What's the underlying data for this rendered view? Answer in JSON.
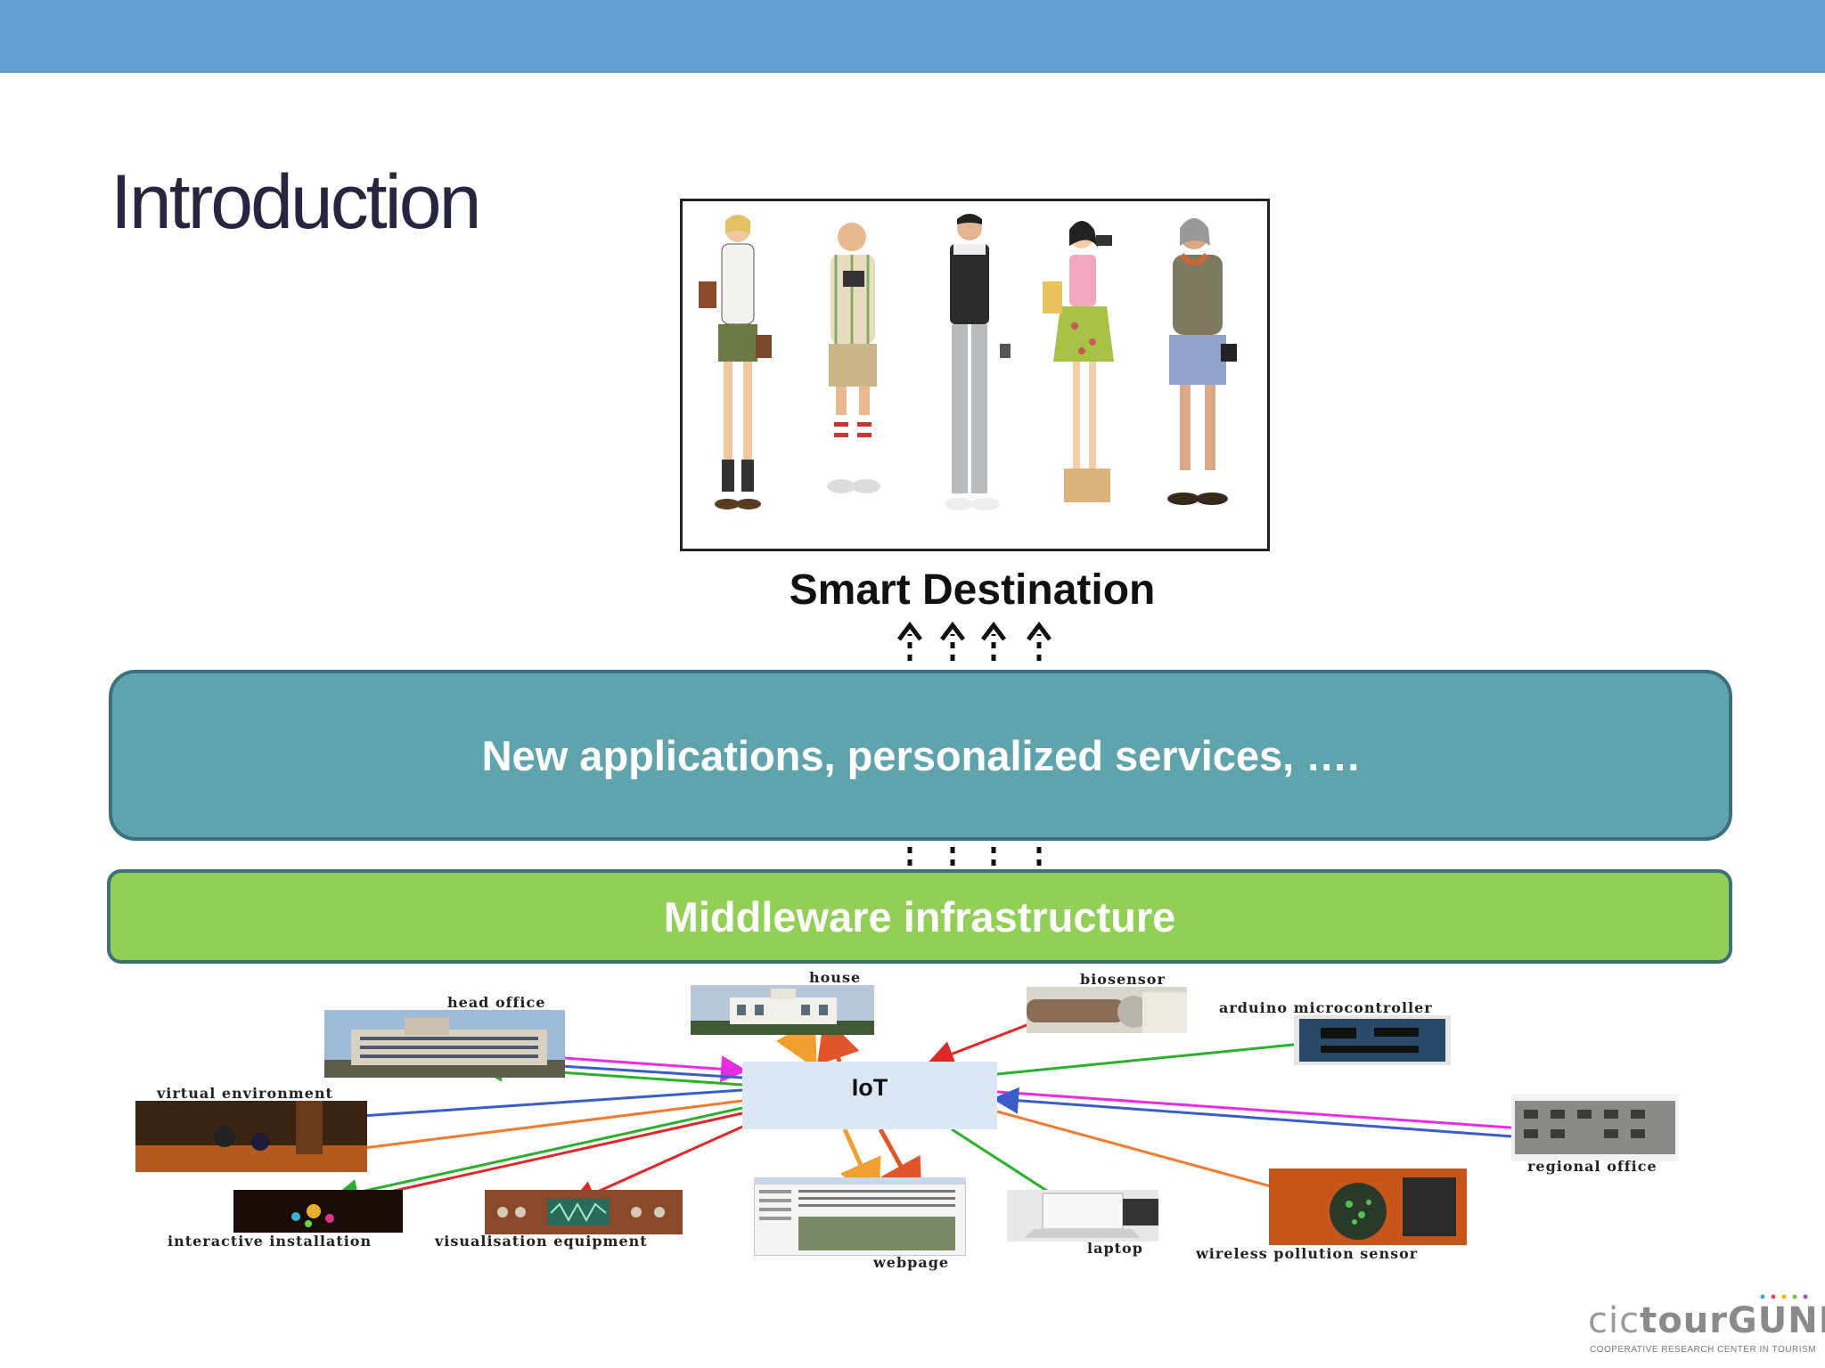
{
  "slide": {
    "title": "Introduction"
  },
  "diagram": {
    "destination_label": "Smart Destination",
    "applications_label": "New applications, personalized services, ….",
    "middleware_label": "Middleware infrastructure",
    "hub_label": "IoT",
    "nodes": {
      "house": "house",
      "biosensor": "biosensor",
      "head_office": "head office",
      "arduino": "arduino microcontroller",
      "virtual_environment": "virtual environment",
      "regional_office": "regional office",
      "interactive_installation": "interactive installation",
      "visualisation_equipment": "visualisation equipment",
      "webpage": "webpage",
      "laptop": "laptop",
      "wireless_pollution_sensor": "wireless pollution sensor"
    }
  },
  "logo": {
    "name_part1": "cic",
    "name_part2": "tourGUNE",
    "tagline": "COOPERATIVE RESEARCH CENTER IN TOURISM",
    "colors": [
      "#4a9fd8",
      "#e94b3c",
      "#f4b400",
      "#7cc043",
      "#9b59b6"
    ]
  },
  "colors": {
    "header_bar": "#639dd1",
    "applications_box": "#5fa3ad",
    "middleware_box": "#92cf57",
    "box_border": "#3e6f7c",
    "hub_box": "#dbe7f5"
  }
}
